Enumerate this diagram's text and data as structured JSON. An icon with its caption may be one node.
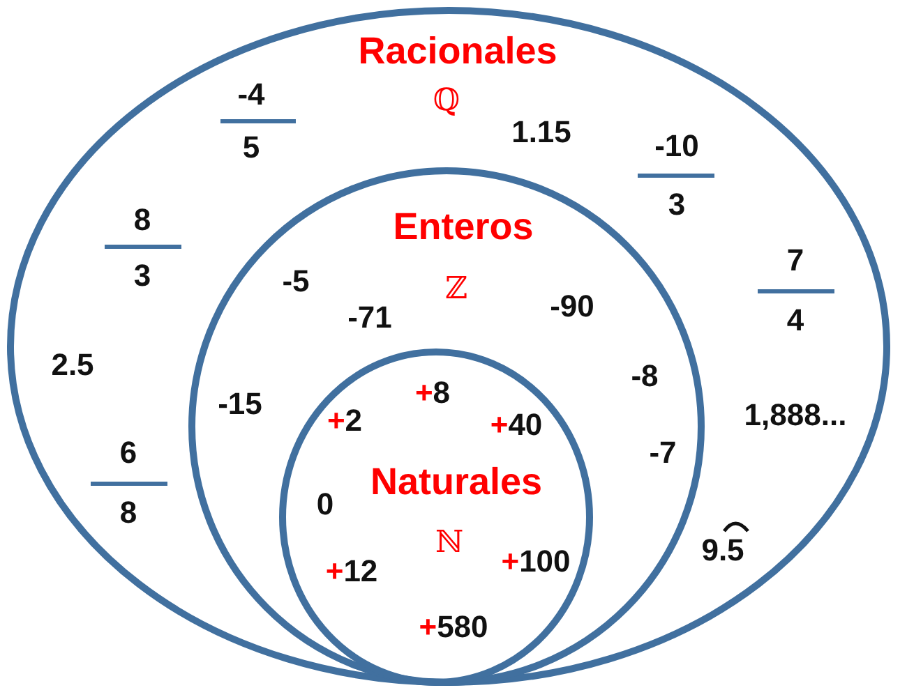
{
  "diagram": {
    "nodes": [
      {
        "text": [
          "Racionales",
          "ℚ"
        ]
      },
      {
        "text": [
          "Enteros",
          "ℤ"
        ],
        "in": 0
      },
      {
        "text": [
          "Naturales",
          "ℕ"
        ],
        "in": 1
      }
    ],
    "labels": [
      "-4",
      "5",
      "1.15",
      "-10",
      "3",
      "8",
      "3",
      "7",
      "4",
      "-5",
      "-71",
      "-90",
      "2.5",
      "-8",
      "+8",
      "-15",
      "+2",
      "+40",
      "1,888...",
      "6",
      "8",
      "-7",
      "0",
      "+12",
      "+100",
      "9.5",
      "+580"
    ]
  }
}
